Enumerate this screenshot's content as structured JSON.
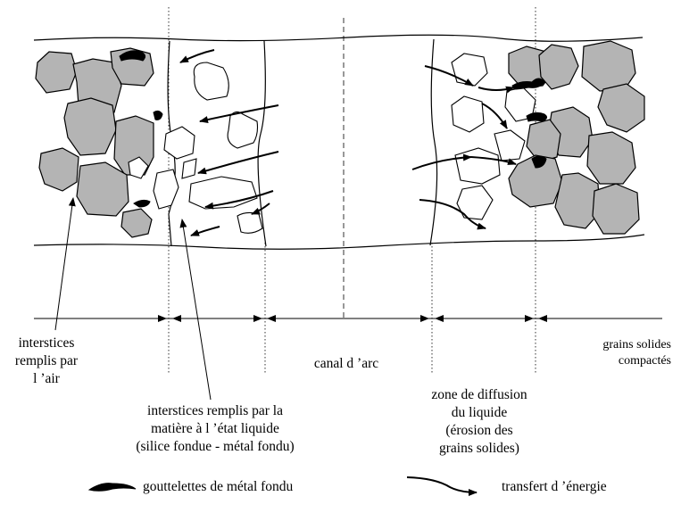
{
  "labels": {
    "air_interstices": [
      "interstices",
      "remplis par",
      "l ’air"
    ],
    "liquid_interstices": [
      "interstices remplis par la",
      "matière à l ’état liquide",
      "(silice fondue - métal fondu)"
    ],
    "arc_channel": "canal d ’arc",
    "diffusion_zone": [
      "zone de diffusion",
      "du liquide",
      "(érosion des",
      "grains solides)"
    ],
    "compacted_grains": [
      "grains solides",
      "compactés"
    ]
  },
  "legend": {
    "droplets": "gouttelettes de métal fondu",
    "energy_transfer": "transfert d ’énergie"
  },
  "colors": {
    "grain_fill": "#b4b4b4",
    "stroke": "#000000"
  }
}
